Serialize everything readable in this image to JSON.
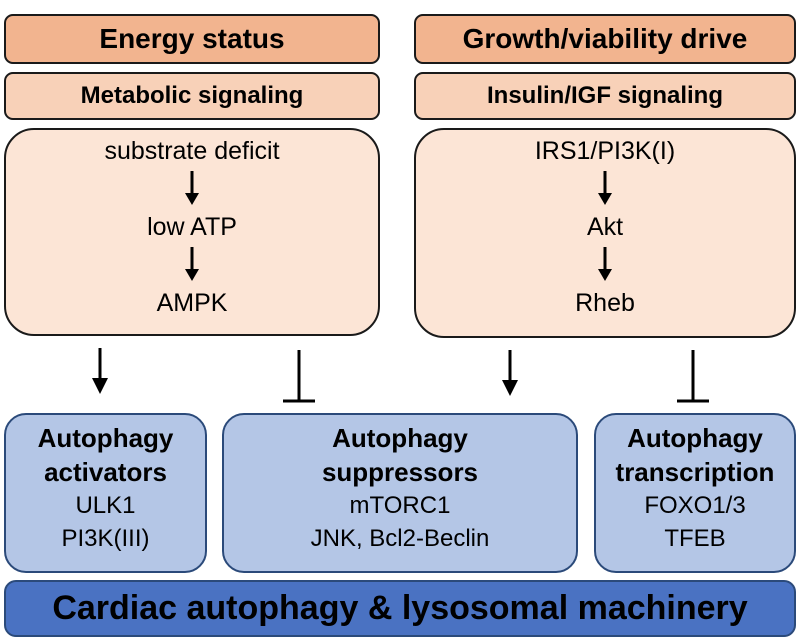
{
  "left": {
    "header": "Energy status",
    "subheader": "Metabolic signaling",
    "steps": [
      "substrate deficit",
      "low ATP",
      "AMPK"
    ]
  },
  "right": {
    "header": "Growth/viability drive",
    "subheader": "Insulin/IGF signaling",
    "steps": [
      "IRS1/PI3K(I)",
      "Akt",
      "Rheb"
    ]
  },
  "targets": [
    {
      "title_lines": [
        "Autophagy",
        "activators"
      ],
      "items": [
        "ULK1",
        "PI3K(III)"
      ]
    },
    {
      "title_lines": [
        "Autophagy",
        "suppressors"
      ],
      "items": [
        "mTORC1",
        "JNK, Bcl2-Beclin"
      ]
    },
    {
      "title_lines": [
        "Autophagy",
        "transcription"
      ],
      "items": [
        "FOXO1/3",
        "TFEB"
      ]
    }
  ],
  "bottom": "Cardiac autophagy & lysosomal machinery"
}
